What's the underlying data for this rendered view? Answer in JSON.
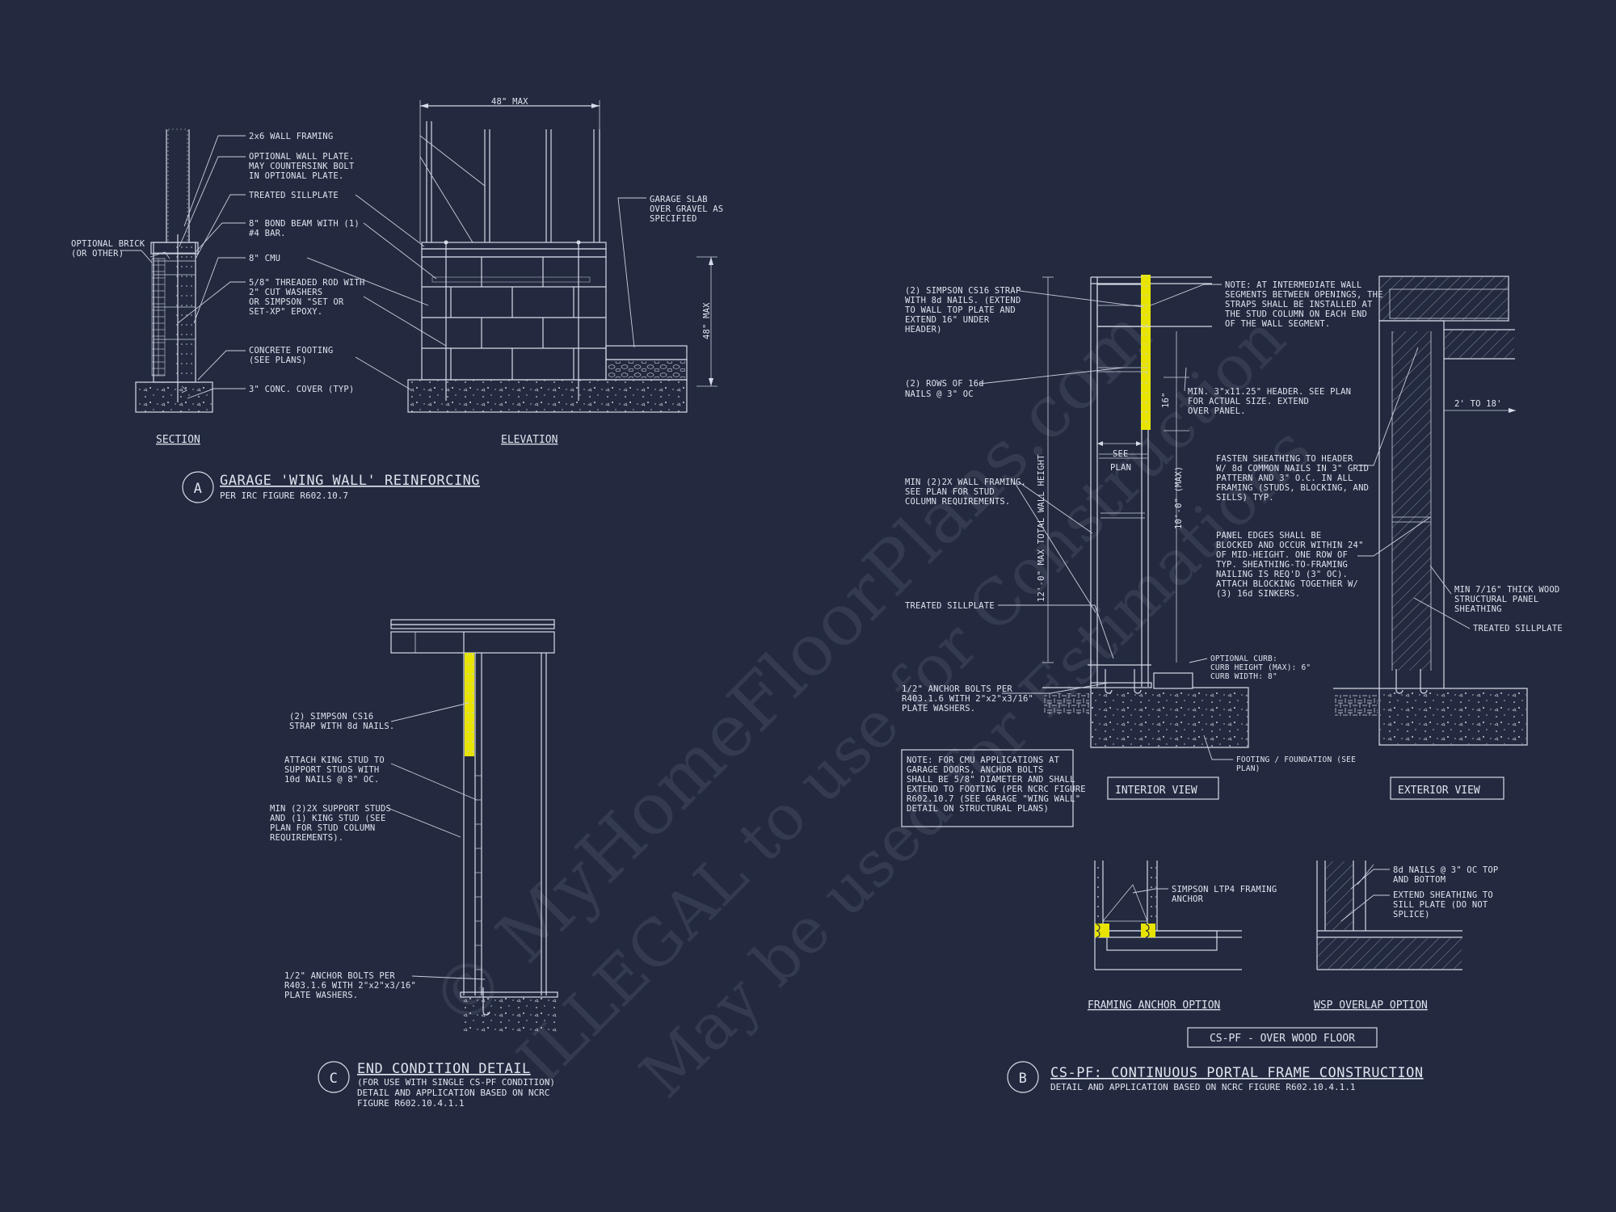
{
  "watermark": {
    "line1": "© MyHomeFloorPlans.com",
    "line2": "ILLEGAL to use for Construction",
    "line3": "May be used for Estimations"
  },
  "detail_a": {
    "marker": "A",
    "title": "GARAGE 'WING WALL' REINFORCING",
    "subtitle": "PER IRC FIGURE R602.10.7",
    "section_label": "SECTION",
    "elevation_label": "ELEVATION",
    "dim_top": "48\" MAX",
    "dim_right": "48\" MAX",
    "labels": {
      "wall_framing": "2x6 WALL FRAMING",
      "wall_plate": [
        "OPTIONAL WALL PLATE.",
        "MAY COUNTERSINK BOLT",
        "IN OPTIONAL PLATE."
      ],
      "sillplate": "TREATED SILLPLATE",
      "bond_beam": [
        "8\" BOND BEAM WITH (1)",
        "#4 BAR."
      ],
      "cmu": "8\" CMU",
      "rod": [
        "5/8\" THREADED ROD WITH",
        "2\" CUT WASHERS",
        "OR SIMPSON \"SET OR",
        "SET-XP\" EPOXY."
      ],
      "footing": [
        "CONCRETE FOOTING",
        "(SEE PLANS)"
      ],
      "cover": "3\" CONC. COVER (TYP)",
      "brick": [
        "OPTIONAL BRICK",
        "(OR OTHER)"
      ],
      "slab": [
        "GARAGE SLAB",
        "OVER GRAVEL AS",
        "SPECIFIED"
      ]
    }
  },
  "detail_c": {
    "marker": "C",
    "title": "END CONDITION DETAIL",
    "subtitle": [
      "(FOR USE WITH SINGLE CS-PF CONDITION)",
      "DETAIL AND APPLICATION BASED ON NCRC",
      "FIGURE R602.10.4.1.1"
    ],
    "labels": {
      "strap": [
        "(2) SIMPSON CS16",
        "STRAP WITH 8d NAILS."
      ],
      "king": [
        "ATTACH KING STUD TO",
        "SUPPORT STUDS WITH",
        "10d NAILS @ 8\" OC."
      ],
      "support": [
        "MIN (2)2X SUPPORT STUDS",
        "AND (1) KING STUD (SEE",
        "PLAN FOR STUD COLUMN",
        "REQUIREMENTS)."
      ],
      "anchor": [
        "1/2\" ANCHOR BOLTS PER",
        "R403.1.6 WITH 2\"x2\"x3/16\"",
        "PLATE WASHERS."
      ]
    }
  },
  "detail_b": {
    "marker": "B",
    "title": "CS-PF: CONTINUOUS PORTAL FRAME CONSTRUCTION",
    "subtitle": "DETAIL AND APPLICATION BASED ON NCRC FIGURE R602.10.4.1.1",
    "interior_view": "INTERIOR VIEW",
    "exterior_view": "EXTERIOR VIEW",
    "framing_anchor": "FRAMING ANCHOR OPTION",
    "wsp_overlap": "WSP OVERLAP OPTION",
    "cs_pf_box": "CS-PF - OVER WOOD FLOOR",
    "dims": {
      "total": "12'-0\" MAX TOTAL WALL HEIGHT",
      "max10": "10'-0\" (MAX)",
      "d16": "16\"",
      "see_plan": [
        "SEE",
        "PLAN"
      ],
      "two_to_18": "2' TO 18'"
    },
    "labels": {
      "strap": [
        "(2) SIMPSON CS16 STRAP",
        "WITH 8d NAILS. (EXTEND",
        "TO WALL TOP PLATE AND",
        "EXTEND 16\" UNDER",
        "HEADER)"
      ],
      "rows": [
        "(2) ROWS OF 16d",
        "NAILS @ 3\" OC"
      ],
      "min_framing": [
        "MIN (2)2X WALL FRAMING.",
        "SEE PLAN FOR STUD",
        "COLUMN REQUIREMENTS."
      ],
      "sillplate": "TREATED SILLPLATE",
      "anchor": [
        "1/2\" ANCHOR BOLTS PER",
        "R403.1.6 WITH 2\"x2\"x3/16\"",
        "PLATE WASHERS."
      ],
      "cmu_note": [
        "NOTE: FOR CMU APPLICATIONS AT",
        "GARAGE DOORS, ANCHOR BOLTS",
        "SHALL BE 5/8\" DIAMETER AND SHALL",
        "EXTEND TO FOOTING (PER NCRC FIGURE",
        "R602.10.7 (SEE GARAGE \"WING WALL\"",
        "DETAIL ON STRUCTURAL PLANS)"
      ],
      "intermediate": [
        "NOTE: AT INTERMEDIATE WALL",
        "SEGMENTS BETWEEN OPENINGS, THE",
        "STRAPS SHALL BE INSTALLED AT",
        "THE STUD COLUMN ON EACH END",
        "OF THE WALL SEGMENT."
      ],
      "header": [
        "MIN. 3\"x11.25\" HEADER. SEE PLAN",
        "FOR ACTUAL SIZE. EXTEND",
        "OVER PANEL."
      ],
      "fasten": [
        "FASTEN SHEATHING TO HEADER",
        "W/ 8d COMMON NAILS IN 3\" GRID",
        "PATTERN AND 3\" O.C. IN ALL",
        "FRAMING (STUDS, BLOCKING, AND",
        "SILLS) TYP."
      ],
      "panel_edges": [
        "PANEL EDGES SHALL BE",
        "BLOCKED AND OCCUR WITHIN 24\"",
        "OF MID-HEIGHT.  ONE ROW OF",
        "TYP. SHEATHING-TO-FRAMING",
        "NAILING IS REQ'D (3\" OC).",
        "ATTACH BLOCKING TOGETHER W/",
        "(3) 16d SINKERS."
      ],
      "curb": [
        "OPTIONAL CURB:",
        "CURB HEIGHT (MAX): 6\"",
        "CURB WIDTH: 8\""
      ],
      "footing": [
        "FOOTING / FOUNDATION (SEE",
        "PLAN)"
      ],
      "sheathing": [
        "MIN 7/16\" THICK WOOD",
        "STRUCTURAL PANEL",
        "SHEATHING"
      ],
      "sillplate2": "TREATED SILLPLATE",
      "ltp4": [
        "SIMPSON LTP4 FRAMING",
        "ANCHOR"
      ],
      "nails8d": [
        "8d NAILS @ 3\" OC TOP",
        "AND BOTTOM"
      ],
      "extend": [
        "EXTEND SHEATHING TO",
        "SILL PLATE (DO NOT",
        "SPLICE)"
      ]
    }
  },
  "colors": {
    "background": "#232a3f",
    "linework": "#d6dbe8",
    "strap": "#e8e400"
  }
}
